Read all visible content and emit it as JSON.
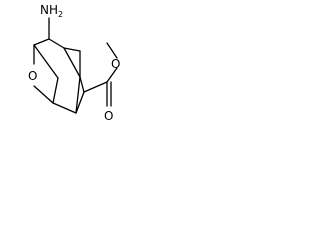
{
  "molecule": {
    "atoms": {
      "amine": "NH2",
      "ring_oxygen": "O",
      "carbonyl_oxygen": "O",
      "ester_oxygen": "O"
    },
    "bond_color": "#000000",
    "background": "#ffffff"
  }
}
